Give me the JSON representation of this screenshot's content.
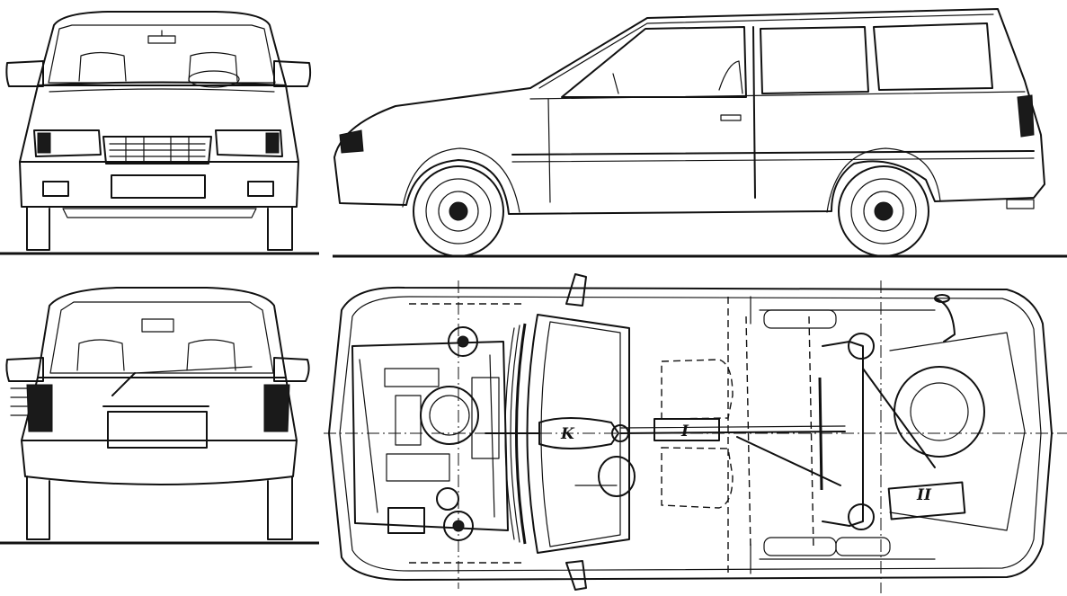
{
  "labels": {
    "k": "K",
    "i": "I",
    "ii": "II"
  },
  "colors": {
    "ink": "#111111",
    "paper": "#ffffff"
  }
}
